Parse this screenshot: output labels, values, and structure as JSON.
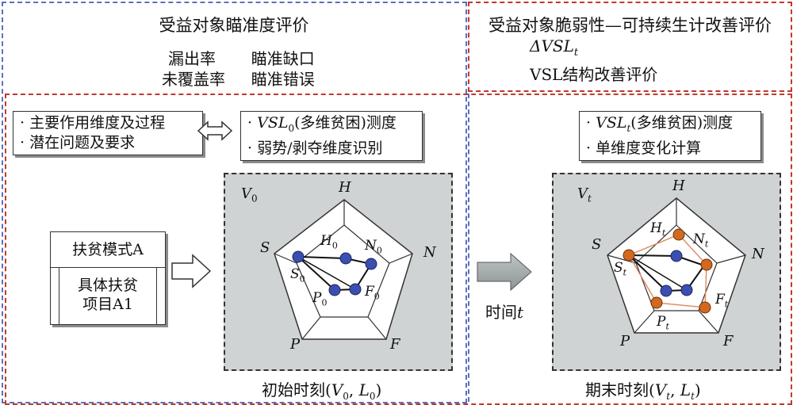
{
  "top_left": {
    "title": "受益对象瞄准度评价",
    "row1_left": "漏出率",
    "row1_right": "瞄准缺口",
    "row2_left": "未覆盖率",
    "row2_right": "瞄准错误"
  },
  "top_right": {
    "title": "受益对象脆弱性—可持续生计改善评价",
    "delta_prefix": "Δ",
    "delta_main": "VSL",
    "delta_sub": "t",
    "line2": "VSL结构改善评价"
  },
  "left_box1": {
    "item1": "· 主要作用维度及过程",
    "item2": "· 潜在问题及要求"
  },
  "left_box2": {
    "item1_bullet": "· ",
    "item1_main": "VSL",
    "item1_sub": "0",
    "item1_rest": "(多维贫困)测度",
    "item2": "· 弱势/剥夺维度识别"
  },
  "right_box": {
    "item1_bullet": "· ",
    "item1_main": "VSL",
    "item1_sub": "t",
    "item1_rest": "(多维贫困)测度",
    "item2": "· 单维度变化计算"
  },
  "poverty_mode": {
    "title": "扶贫模式A",
    "line1": "具体扶贫",
    "line2": "项目A1"
  },
  "initial_panel": {
    "corner_main": "V",
    "corner_sub": "0",
    "labels": {
      "H": "H",
      "N": "N",
      "F": "F",
      "P": "P",
      "S": "S"
    },
    "inner": {
      "H": "H",
      "N": "N",
      "F": "F",
      "P": "P",
      "S": "S",
      "sub": "0"
    }
  },
  "final_panel": {
    "corner_main": "V",
    "corner_sub": "t",
    "labels": {
      "H": "H",
      "N": "N",
      "F": "F",
      "P": "P",
      "S": "S"
    },
    "inner": {
      "H": "H",
      "N": "N",
      "F": "F",
      "P": "P",
      "S": "S",
      "sub": "t"
    }
  },
  "time_label": {
    "text": "时间",
    "var": "t"
  },
  "captions": {
    "initial": {
      "prefix": "初始时刻(",
      "v": "V",
      "v_sub": "0",
      "mid": ", ",
      "l": "L",
      "l_sub": "0",
      "suffix": ")"
    },
    "final": {
      "prefix": "期末时刻(",
      "v": "V",
      "v_sub": "t",
      "mid": ", ",
      "l": "L",
      "l_sub": "t",
      "suffix": ")"
    }
  },
  "colors": {
    "blue_dash": "#5b6fc0",
    "red_dash": "#c0392b",
    "node_blue": "#3b4fb0",
    "node_orange": "#d2691e",
    "panel_gray": "#cfd3d3"
  }
}
